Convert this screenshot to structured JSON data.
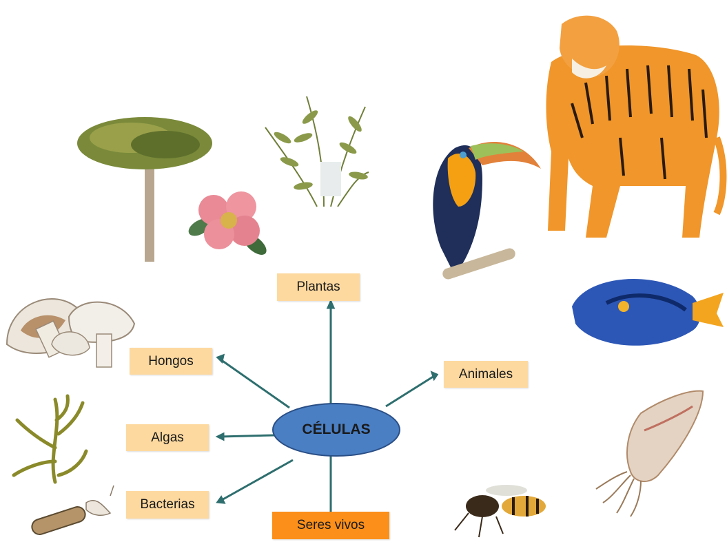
{
  "center": {
    "label": "CÉLULAS"
  },
  "nodes": {
    "plantas": "Plantas",
    "hongos": "Hongos",
    "algas": "Algas",
    "bacterias": "Bacterias",
    "animales": "Animales",
    "seres_vivos": "Seres vivos"
  },
  "colors": {
    "box_fill": "#fdd9a0",
    "box_fill_accent": "#fb8f1a",
    "ellipse_fill": "#4a7fc4",
    "connector": "#2e6e6e"
  },
  "illustrations": [
    "tree",
    "flower",
    "fern",
    "toucan",
    "tiger",
    "blue-tang-fish",
    "mushrooms",
    "alga",
    "bacterium",
    "wasp",
    "squid"
  ]
}
